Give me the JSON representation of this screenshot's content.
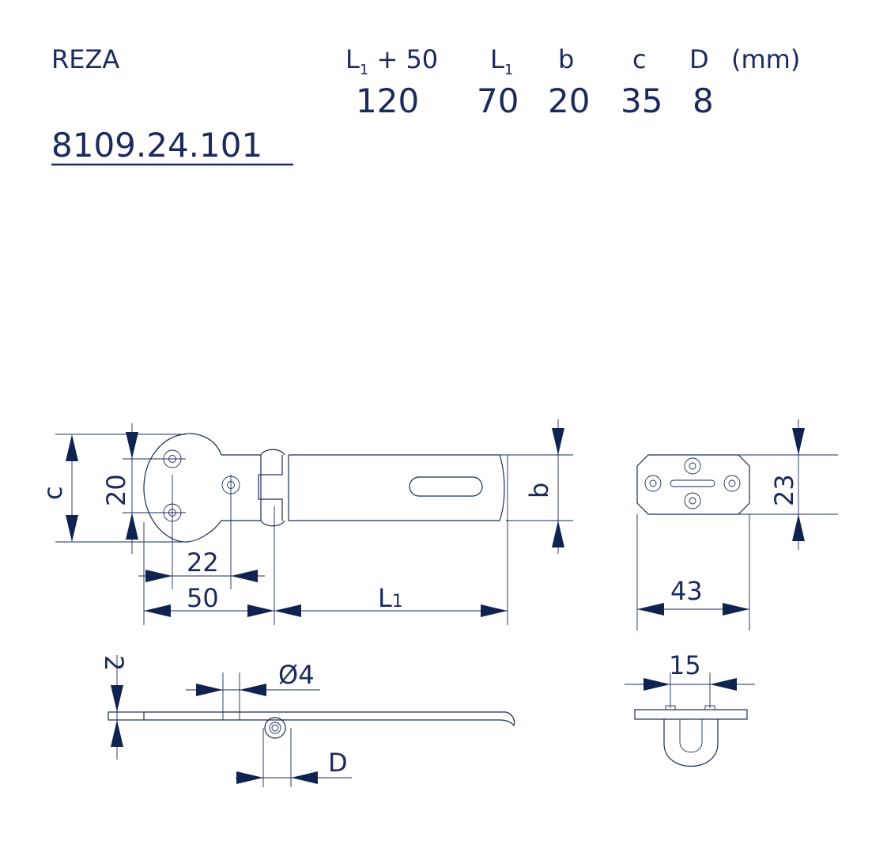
{
  "header": {
    "brand": "REZA",
    "columns": [
      {
        "label": "L",
        "sub": "1",
        "suffix": " + 50",
        "value": "120"
      },
      {
        "label": "L",
        "sub": "1",
        "suffix": "",
        "value": "70"
      },
      {
        "label": "b",
        "sub": "",
        "suffix": "",
        "value": "20"
      },
      {
        "label": "c",
        "sub": "",
        "suffix": "",
        "value": "35"
      },
      {
        "label": "D",
        "sub": "",
        "suffix": "",
        "value": "8"
      }
    ],
    "unit": "(mm)",
    "part_number": "8109.24.101"
  },
  "dimensions": {
    "c": "c",
    "hole_spacing": "20",
    "b": "b",
    "hole_offset": "22",
    "plate_length": "50",
    "l1": "L",
    "l1_sub": "1",
    "plate_height": "23",
    "plate_width": "43",
    "thickness": "2",
    "hole_diameter": "Ø4",
    "pin_d": "D",
    "slot_width": "15"
  },
  "colors": {
    "ink": "#1b2a5c"
  }
}
